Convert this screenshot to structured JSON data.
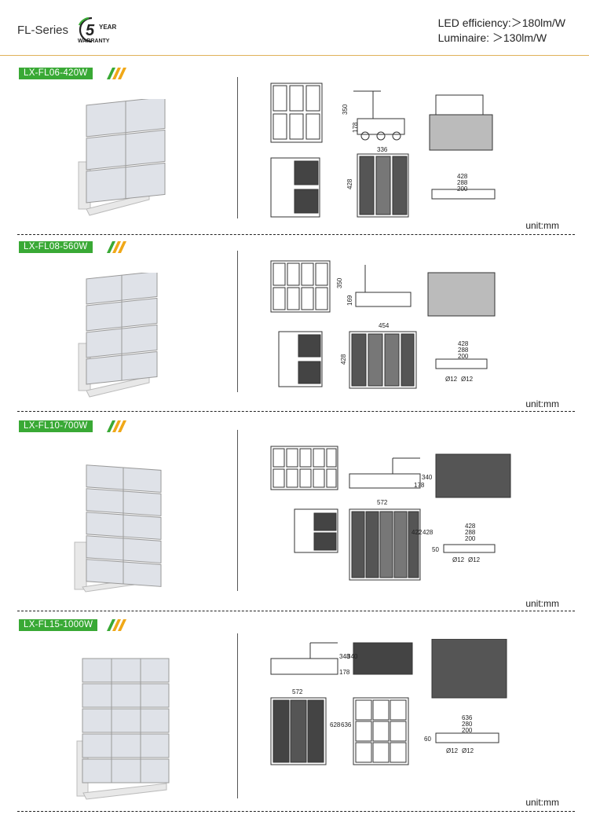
{
  "header": {
    "series": "FL-Series",
    "warranty_number": "5",
    "warranty_year": "YEAR",
    "warranty_word": "WARRANTY",
    "led_efficiency": "LED efficiency:＞180lm/W",
    "luminaire": "Luminaire: ＞130lm/W"
  },
  "colors": {
    "accent_green": "#39a935",
    "accent_orange": "#f0a818",
    "divider_gold": "#e0b25a"
  },
  "products": [
    {
      "model": "LX-FL06-420W",
      "unit": "unit:mm",
      "dims": {
        "width": "336",
        "height": "428",
        "depth": "350",
        "depth2": "178",
        "bracket": [
          "428",
          "288",
          "200"
        ]
      }
    },
    {
      "model": "LX-FL08-560W",
      "unit": "unit:mm",
      "dims": {
        "width": "454",
        "height": "428",
        "depth": "350",
        "depth2": "169",
        "bracket": [
          "428",
          "288",
          "200"
        ],
        "holes": [
          "Ø12",
          "Ø12"
        ]
      }
    },
    {
      "model": "LX-FL10-700W",
      "unit": "unit:mm",
      "dims": {
        "width": "572",
        "height": "422",
        "height2": "428",
        "depth": "340",
        "depth2": "178",
        "bracket": [
          "428",
          "288",
          "200"
        ],
        "side": "50",
        "holes": [
          "Ø12",
          "Ø12"
        ]
      }
    },
    {
      "model": "LX-FL15-1000W",
      "unit": "unit:mm",
      "dims": {
        "width": "572",
        "height": "628",
        "height2": "636",
        "depth": "348",
        "depth2": "340",
        "depth3": "178",
        "bracket": [
          "636",
          "280",
          "200"
        ],
        "side": "60",
        "holes": [
          "Ø12",
          "Ø12"
        ]
      }
    }
  ]
}
